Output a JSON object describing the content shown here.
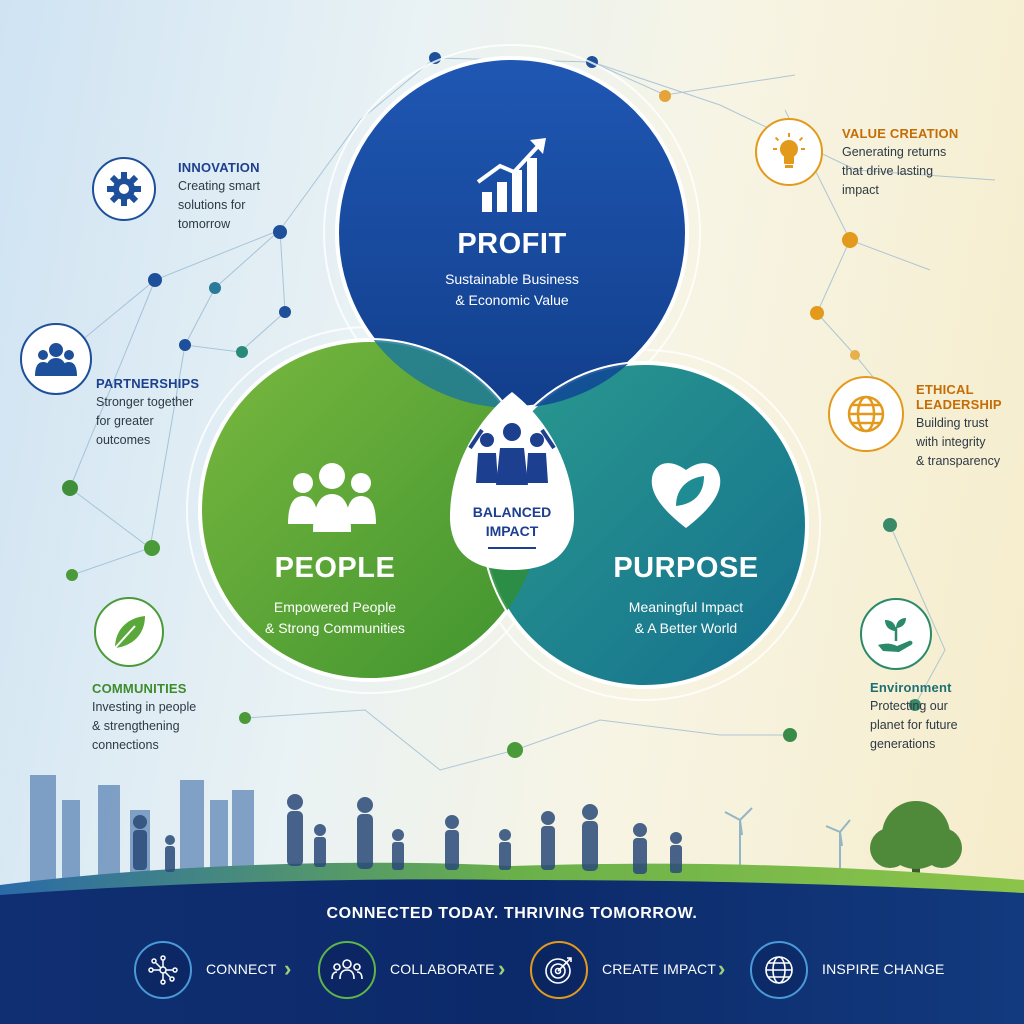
{
  "venn": {
    "profit": {
      "title": "PROFIT",
      "line1": "Sustainable Business",
      "line2": "& Economic Value"
    },
    "people": {
      "title": "PEOPLE",
      "line1": "Empowered People",
      "line2": "& Strong Communities"
    },
    "purpose": {
      "title": "PURPOSE",
      "line1": "Meaningful Impact",
      "line2": "& A Better World"
    },
    "center": {
      "line1": "BALANCED",
      "line2": "IMPACT"
    }
  },
  "left_items": [
    {
      "title": "INNOVATION",
      "desc": [
        "Creating smart",
        "solutions for",
        "tomorrow"
      ],
      "icon": "gear-icon"
    },
    {
      "title": "PARTNERSHIPS",
      "desc": [
        "Stronger together",
        "for greater",
        "outcomes"
      ],
      "icon": "group-icon"
    },
    {
      "title": "COMMUNITIES",
      "desc": [
        "Investing in people",
        "& strengthening",
        "connections"
      ],
      "icon": "leaf-icon"
    }
  ],
  "right_items": [
    {
      "title": "VALUE CREATION",
      "desc": [
        "Generating returns",
        "that drive lasting",
        "impact"
      ],
      "icon": "lightbulb-icon"
    },
    {
      "title": "ETHICAL",
      "title2": "LEADERSHIP",
      "desc": [
        "Building trust",
        "with integrity",
        "& transparency"
      ],
      "icon": "globe-icon"
    },
    {
      "title": "Environment",
      "desc": [
        "Protecting our",
        "planet for future",
        "generations"
      ],
      "icon": "plant-hand-icon"
    }
  ],
  "tagline": "CONNECTED TODAY.  THRIVING TOMORROW.",
  "steps": [
    {
      "label": "CONNECT",
      "icon": "network-icon",
      "color": "#4a9ad8"
    },
    {
      "label": "COLLABORATE",
      "icon": "team-icon",
      "color": "#5fb44a"
    },
    {
      "label": "CREATE IMPACT",
      "icon": "target-icon",
      "color": "#e39a1c"
    },
    {
      "label": "INSPIRE CHANGE",
      "icon": "globe-icon",
      "color": "#4a9ad8"
    }
  ],
  "colors": {
    "profit": "#1e4fa6",
    "people": "#5aa83a",
    "purpose": "#1e8c92",
    "orange": "#e39a1c",
    "navy": "#0d2a66"
  }
}
